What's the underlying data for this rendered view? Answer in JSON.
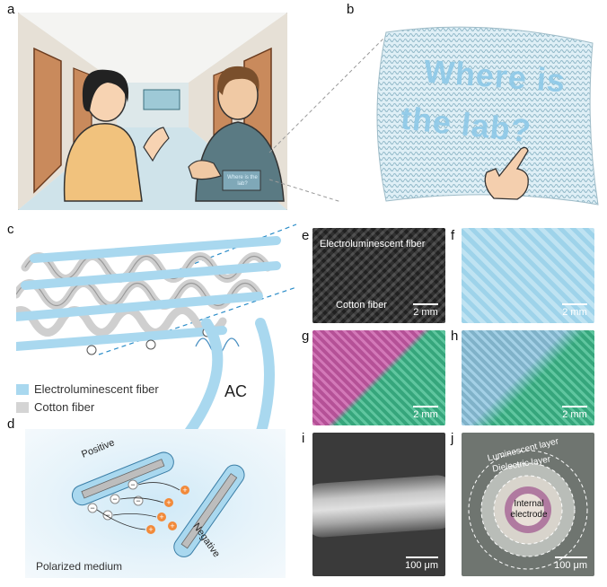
{
  "panels": {
    "a": "a",
    "b": "b",
    "c": "c",
    "d": "d",
    "e": "e",
    "f": "f",
    "g": "g",
    "h": "h",
    "i": "i",
    "j": "j"
  },
  "panel_a": {
    "sleeve_text": "Where is the lab?"
  },
  "panel_b": {
    "textile_text_line1": "Where is",
    "textile_text_line2": "the lab?"
  },
  "panel_c": {
    "legend": [
      {
        "label": "Electroluminescent fiber",
        "color": "#a9d8ef"
      },
      {
        "label": "Cotton fiber",
        "color": "#d4d4d4"
      }
    ],
    "ac_label": "AC"
  },
  "panel_d": {
    "positive_label": "Positive",
    "negative_label": "Negative",
    "medium_label": "Polarized medium"
  },
  "panel_e": {
    "annotation_el": "Electroluminescent fiber",
    "annotation_cotton": "Cotton fiber",
    "scale": "2 mm"
  },
  "panel_f": {
    "scale": "2 mm"
  },
  "panel_g": {
    "scale": "2 mm"
  },
  "panel_h": {
    "scale": "2 mm"
  },
  "panel_i": {
    "scale": "100 μm"
  },
  "panel_j": {
    "luminescent_label": "Luminescent layer",
    "dielectric_label": "Dielectric layer",
    "electrode_label": "Internal electrode",
    "scale": "100 μm"
  },
  "colors": {
    "el_blue": "#a9d8ef",
    "cotton_grey": "#d4d4d4",
    "glow": "#cfe9f7",
    "positive_orange": "#f28a3a"
  }
}
